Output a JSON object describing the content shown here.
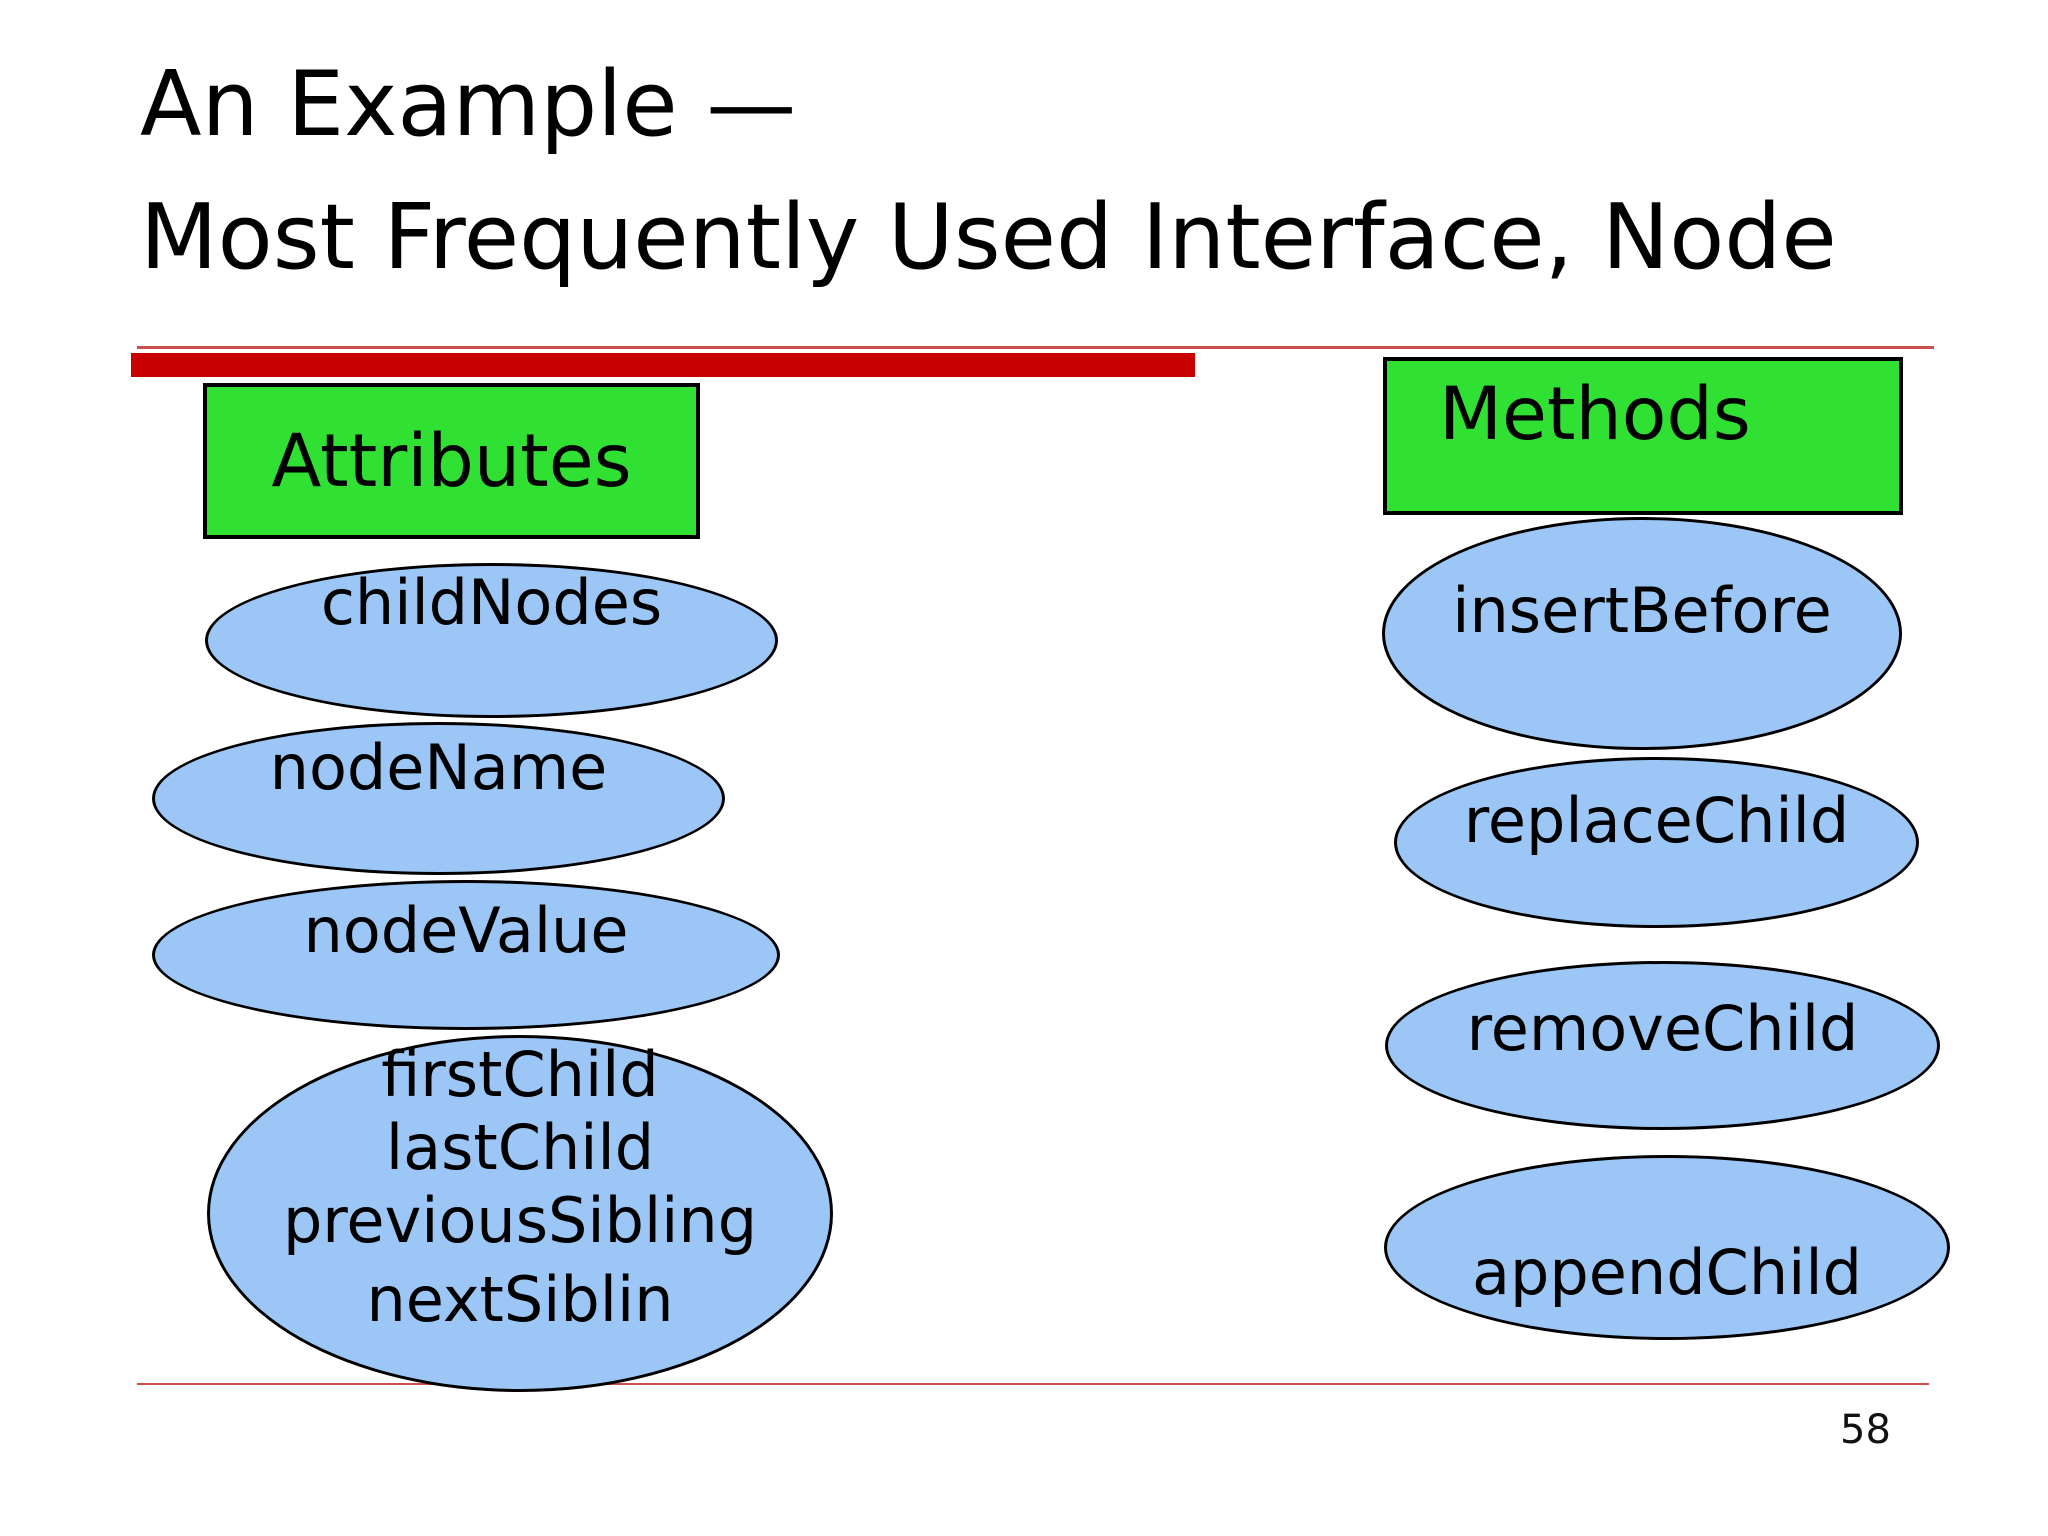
{
  "slide": {
    "title_line1": "An Example —",
    "title_line2": "Most Frequently Used Interface, Node",
    "page_number": "58"
  },
  "attributes_section": {
    "header": "Attributes",
    "simple_items": [
      "childNodes",
      "nodeName",
      "nodeValue"
    ],
    "grouped_items": [
      "firstChild",
      "lastChild",
      "previousSibling",
      "nextSiblin"
    ]
  },
  "methods_section": {
    "header": "Methods",
    "items": [
      "insertBefore",
      "replaceChild",
      "removeChild",
      "appendChild"
    ]
  },
  "colors": {
    "header_fill": "#30e033",
    "ellipse_fill": "#9cc6f5",
    "bar": "#c80000",
    "line": "#c9504c"
  }
}
